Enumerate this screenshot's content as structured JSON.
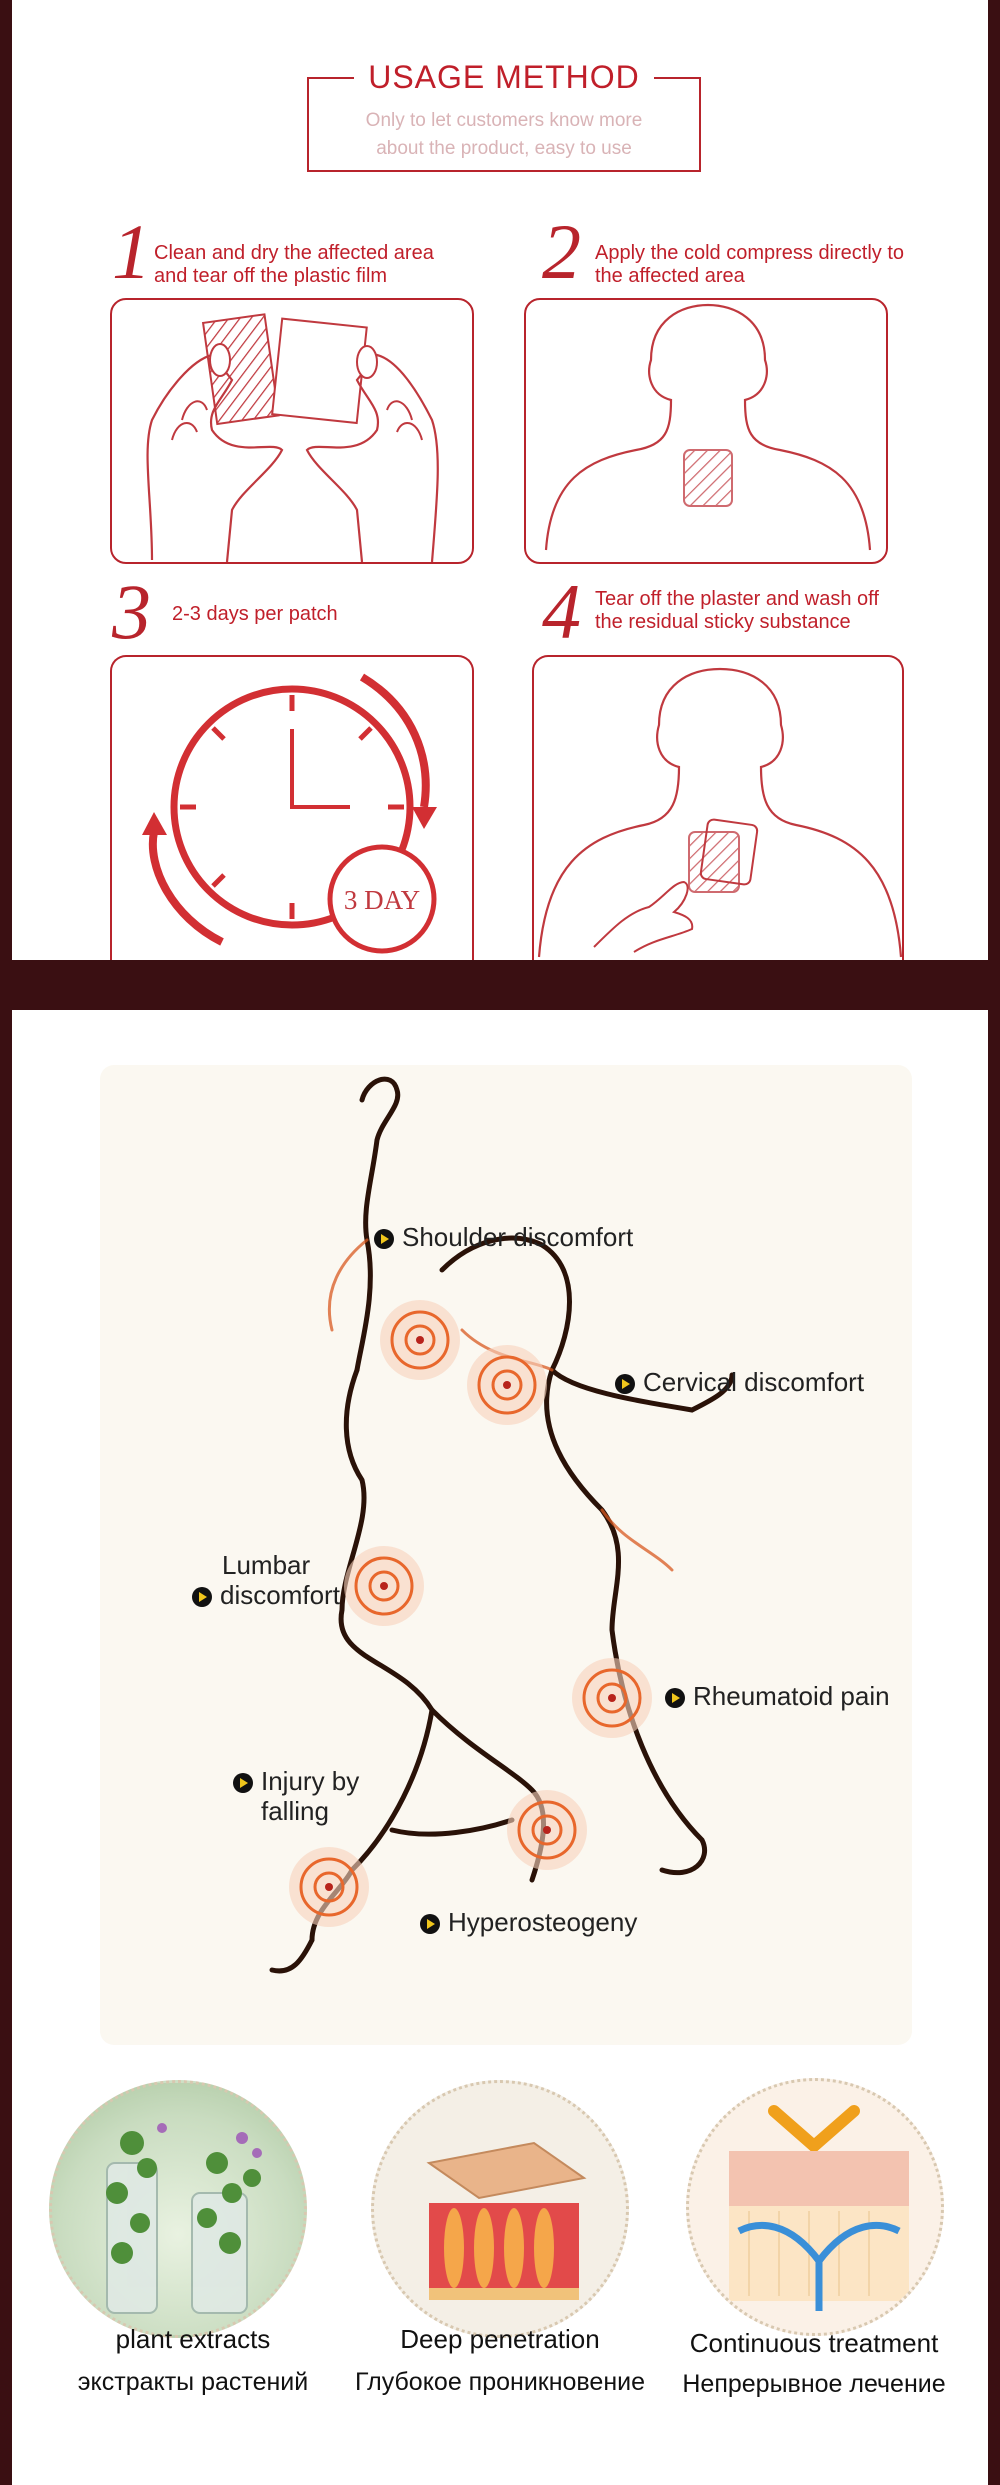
{
  "header": {
    "title": "USAGE METHOD",
    "subtitle_line1": "Only to let customers know more",
    "subtitle_line2": "about the product, easy to use"
  },
  "steps": [
    {
      "number": "1",
      "line1": "Clean and dry the affected area",
      "line2": "and tear off the plastic film"
    },
    {
      "number": "2",
      "line1": "Apply the cold compress directly to",
      "line2": "the affected area"
    },
    {
      "number": "3",
      "line1": "2-3 days per patch",
      "line2": ""
    },
    {
      "number": "4",
      "line1": "Tear off the plaster and wash off",
      "line2": "the residual sticky substance"
    }
  ],
  "clock_badge": "3 DAY",
  "body_labels": {
    "shoulder": "Shoulder discomfort",
    "cervical": "Cervical discomfort",
    "lumbar_line1": "Lumbar",
    "lumbar_line2": "discomfort",
    "rheumatoid": "Rheumatoid pain",
    "injury_line1": "Injury by",
    "injury_line2": "falling",
    "hyperosteogeny": "Hyperosteogeny"
  },
  "features": [
    {
      "en": "plant extracts",
      "ru": "экстракты растений",
      "icon": "plant-extracts-icon"
    },
    {
      "en": "Deep penetration",
      "ru": "Глубокое проникновение",
      "icon": "skin-layers-icon"
    },
    {
      "en": "Continuous treatment",
      "ru": "Непрерывное лечение",
      "icon": "continuous-treatment-icon"
    }
  ],
  "colors": {
    "accent": "#b8242c",
    "frame": "#3a0f12",
    "hotspot": "#e8672c"
  }
}
